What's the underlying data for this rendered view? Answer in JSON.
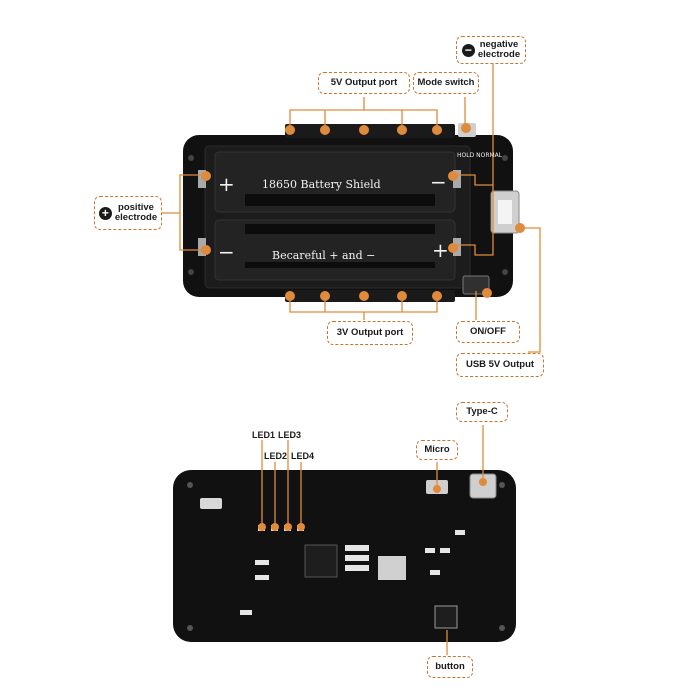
{
  "callouts": {
    "v5_output_port": "5V Output port",
    "mode_switch": "Mode switch",
    "negative_electrode": "negative\nelectrode",
    "positive_electrode": "positive\nelectrode",
    "v3_output_port": "3V Output port",
    "on_off": "ON/OFF",
    "usb_5v_output": "USB 5V Output",
    "micro": "Micro",
    "type_c": "Type-C",
    "button": "button"
  },
  "symbols": {
    "positive": "+",
    "negative": "−"
  },
  "led_labels": {
    "led1": "LED1",
    "led2": "LED2",
    "led3": "LED3",
    "led4": "LED4"
  },
  "silkscreen": {
    "top_line": "18650    Battery    Shield",
    "bottom_line": "Becareful   + and  −",
    "mode_text": "HOLD NORMAL",
    "plus": "+",
    "minus": "−"
  },
  "colors": {
    "accent": "#e08a3c",
    "callout_border": "#c8742f",
    "board": "#111111",
    "holder": "#1c1c1c"
  }
}
